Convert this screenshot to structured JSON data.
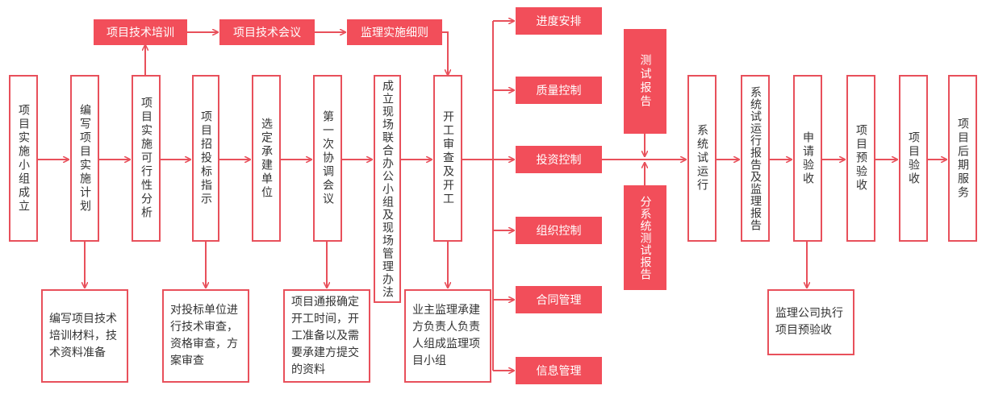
{
  "colors": {
    "accent": "#e8505b",
    "accent_fill": "#f24e5a",
    "text": "#333333"
  },
  "main_flow": [
    "项目实施小组成立",
    "编写项目实施计划",
    "项目实施可行性分析",
    "项目招投标指示",
    "选定承建单位",
    "第一次协调会议",
    "成立现场联合办公小组及现场管理办法",
    "开工审查及开工",
    "系统试运行",
    "系统试运行报告及监理报告",
    "申请验收",
    "项目预验收",
    "项目验收",
    "项目后期服务"
  ],
  "top_flow": [
    "项目技术培训",
    "项目技术会议",
    "监理实施细则"
  ],
  "control_items": [
    "进度安排",
    "质量控制",
    "投资控制",
    "组织控制",
    "合同管理",
    "信息管理"
  ],
  "test_reports": [
    "测试报告",
    "分系统测试报告"
  ],
  "notes": [
    "编写项目技术培训材料，技术资料准备",
    "对投标单位进行技术审查，资格审查，方案审查",
    "项目通报确定开工时间，开工准备以及需要承建方提交的资料",
    "业主监理承建方负责人负责人组成监理项目小组",
    "监理公司执行项目预验收"
  ]
}
